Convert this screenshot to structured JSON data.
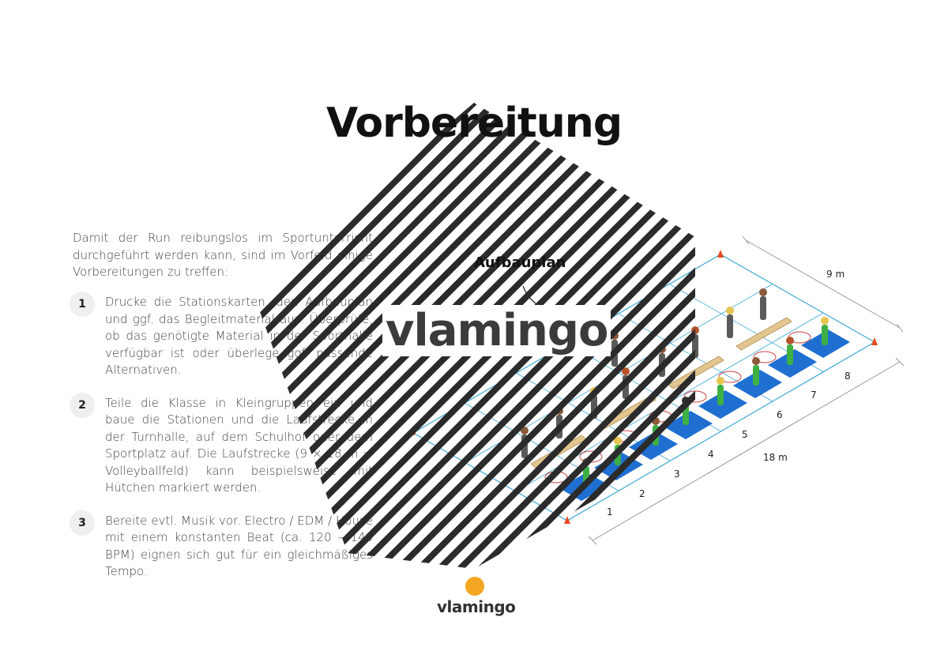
{
  "title": "Vorbereitung",
  "intro": "Damit der Run reibungslos im Sportunterricht durchgeführt werden kann, sind im Vorfeld einige Vorbereitungen zu treffen:",
  "steps": [
    {
      "number": "1",
      "text": "Drucke die Stationskarten, den Aufbauplan und ggf. das Begleitmaterial aus. Überprüfe, ob das genötigte Material in der Sporthalle verfügbar ist oder überlege ggf. passende Alternativen."
    },
    {
      "number": "2",
      "text": "Teile die Klasse in Kleingruppen ein und baue die Stationen und die Laufstrecke in der Turnhalle, auf dem Schulhof oder dem Sportplatz auf. Die Laufstrecke (9 × 18 m = Volleyballfeld) kann beispielsweise mit Hütchen markiert werden."
    },
    {
      "number": "3",
      "text": "Bereite evtl. Musik vor. Electro / EDM / House mit einem konstanten Beat (ca. 120 – 140 BPM) eignen sich gut für ein gleichmäßiges Tempo."
    }
  ],
  "plan": {
    "label": "Aufbauplan",
    "width_label": "9 m",
    "length_label": "18 m",
    "stations": [
      "1",
      "2",
      "3",
      "4",
      "5",
      "6",
      "7",
      "8"
    ]
  },
  "watermark": "vlamingo",
  "footer_logo": "vlamingo",
  "colors": {
    "court_line": "#3fa9d6",
    "mat": "#1f6fd1",
    "cone": "#e8491d",
    "bench": "#e2c58f",
    "stripe": "#2b2b2b",
    "logo": "#f5a623"
  }
}
